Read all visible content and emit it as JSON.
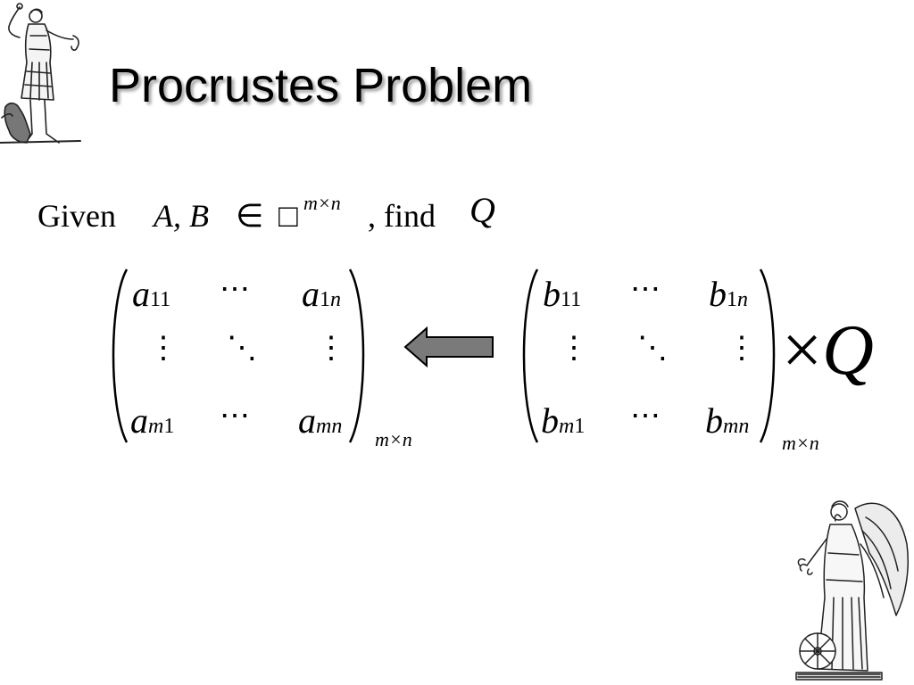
{
  "slide": {
    "title": "Procrustes Problem",
    "given_prefix": "Given",
    "given_vars": "A, B",
    "element_of": "∈",
    "set_symbol": "□",
    "set_superscript": "m×n",
    "find_text": ", find",
    "find_var": "Q"
  },
  "matrix_a": {
    "top_left": "a",
    "top_left_sub": "11",
    "top_right": "a",
    "top_right_sub_num": "1",
    "top_right_sub_var": "n",
    "bottom_left": "a",
    "bottom_left_sub_var": "m",
    "bottom_left_sub_num": "1",
    "bottom_right": "a",
    "bottom_right_sub": "mn",
    "hdots": "⋯",
    "vdots": "⋮",
    "ddots": "⋱",
    "dimension": "m×n"
  },
  "matrix_b": {
    "top_left": "b",
    "top_left_sub": "11",
    "top_right": "b",
    "top_right_sub_num": "1",
    "top_right_sub_var": "n",
    "bottom_left": "b",
    "bottom_left_sub_var": "m",
    "bottom_left_sub_num": "1",
    "bottom_right": "b",
    "bottom_right_sub": "mn",
    "hdots": "⋯",
    "vdots": "⋮",
    "ddots": "⋱",
    "dimension": "m×n"
  },
  "times_symbol": "×",
  "times_var": "Q",
  "arrow": {
    "direction": "left",
    "fill": "#7a7a7a",
    "stroke": "#000000"
  },
  "images": [
    "goddess-with-dog-illustration",
    "winged-victory-with-wheel-illustration"
  ]
}
